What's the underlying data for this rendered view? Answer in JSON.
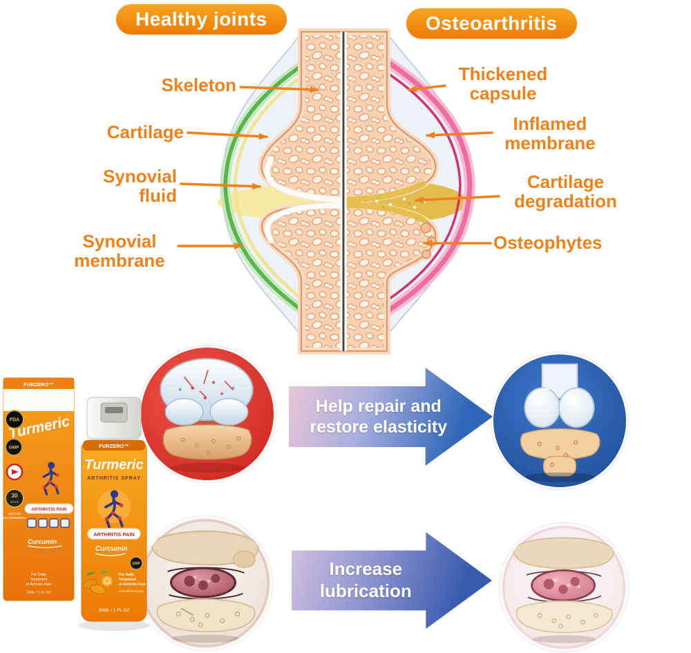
{
  "badges": {
    "healthy": "Healthy joints",
    "osteoarthritis": "Osteoarthritis"
  },
  "anatomy": {
    "left": [
      {
        "label": "Skeleton"
      },
      {
        "label": "Cartilage"
      },
      {
        "label": "Synovial fluid"
      },
      {
        "label": "Synovial membrane"
      }
    ],
    "right": [
      {
        "label": "Thickened capsule"
      },
      {
        "label": "Inflamed membrane"
      },
      {
        "label": "Cartilage degradation"
      },
      {
        "label": "Osteophytes"
      }
    ]
  },
  "banners": [
    {
      "text": "Help repair and restore elasticity"
    },
    {
      "text": "Increase lubrication"
    }
  ],
  "product": {
    "brand": "FURZERO™",
    "name": "Turmeric",
    "variant": "ARTHRITIS SPRAY",
    "ribbon": "ARTHRITIS PAIN",
    "ingredient": "Curcumin",
    "badge_fda": "FDA",
    "badge_gmp": "GMP",
    "badge_days_number": "30",
    "badge_days_word": "DAYS",
    "doctor_line1": "DOCTOR",
    "doctor_line2": "RECOMMENDED",
    "usage_line1": "For Daily",
    "usage_line2": "Treatment",
    "usage_line3": "of Arthritis Pain",
    "anti_inflammatory": "Anti-inflammatory",
    "volume": "30ML / 1 FL OZ"
  },
  "colors": {
    "accent_orange": "#f08018",
    "pill_gradient_top": "#f8a31f",
    "pill_gradient_bottom": "#ee7c06",
    "banner_blue": "#2e66b8",
    "banner_pink": "#edc7d6",
    "healthy_membrane_green": "#58b44e",
    "inflamed_pink": "#d62e72",
    "synovial_yellow": "#f6e9a2",
    "bone_cream": "#f7d2b2"
  }
}
